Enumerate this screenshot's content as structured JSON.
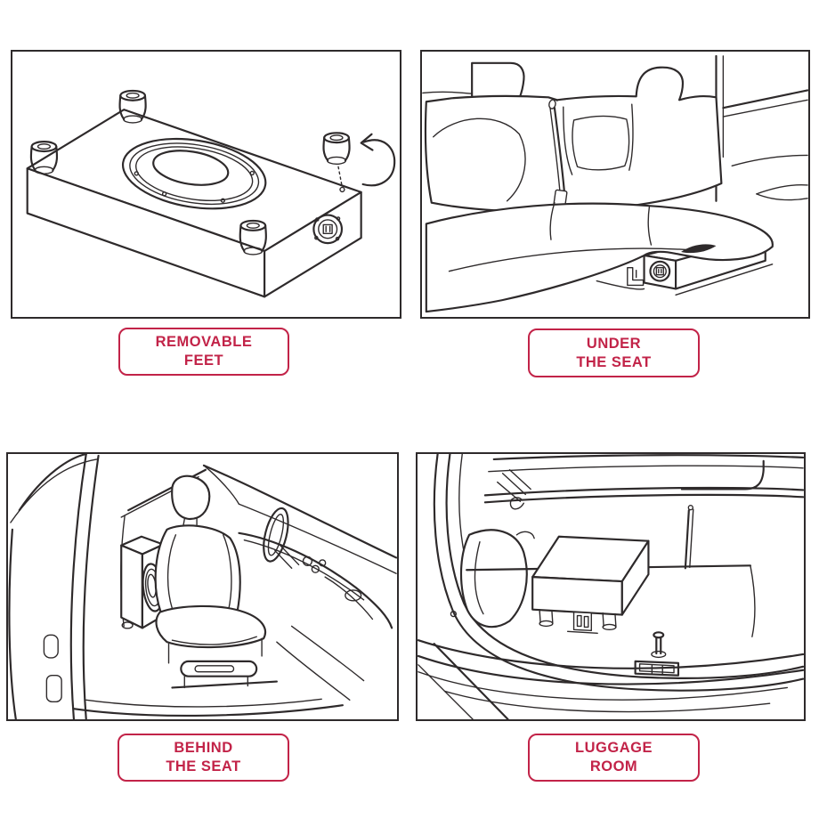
{
  "page": {
    "background": "#ffffff",
    "accent_color": "#c22348",
    "line_color": "#2e2a2b",
    "description_names": [
      "subwoofer-enclosure-with-removable-feet-illustration",
      "subwoofer-under-rear-bench-seat-illustration",
      "subwoofer-behind-cab-seat-illustration",
      "subwoofer-in-trunk-luggage-room-illustration"
    ]
  },
  "panels": [
    {
      "name": "removable-feet",
      "caption": "REMOVABLE\nFEET"
    },
    {
      "name": "under-the-seat",
      "caption": "UNDER\nTHE SEAT"
    },
    {
      "name": "behind-the-seat",
      "caption": "BEHIND\nTHE SEAT"
    },
    {
      "name": "luggage-room",
      "caption": "LUGGAGE\nROOM"
    }
  ]
}
